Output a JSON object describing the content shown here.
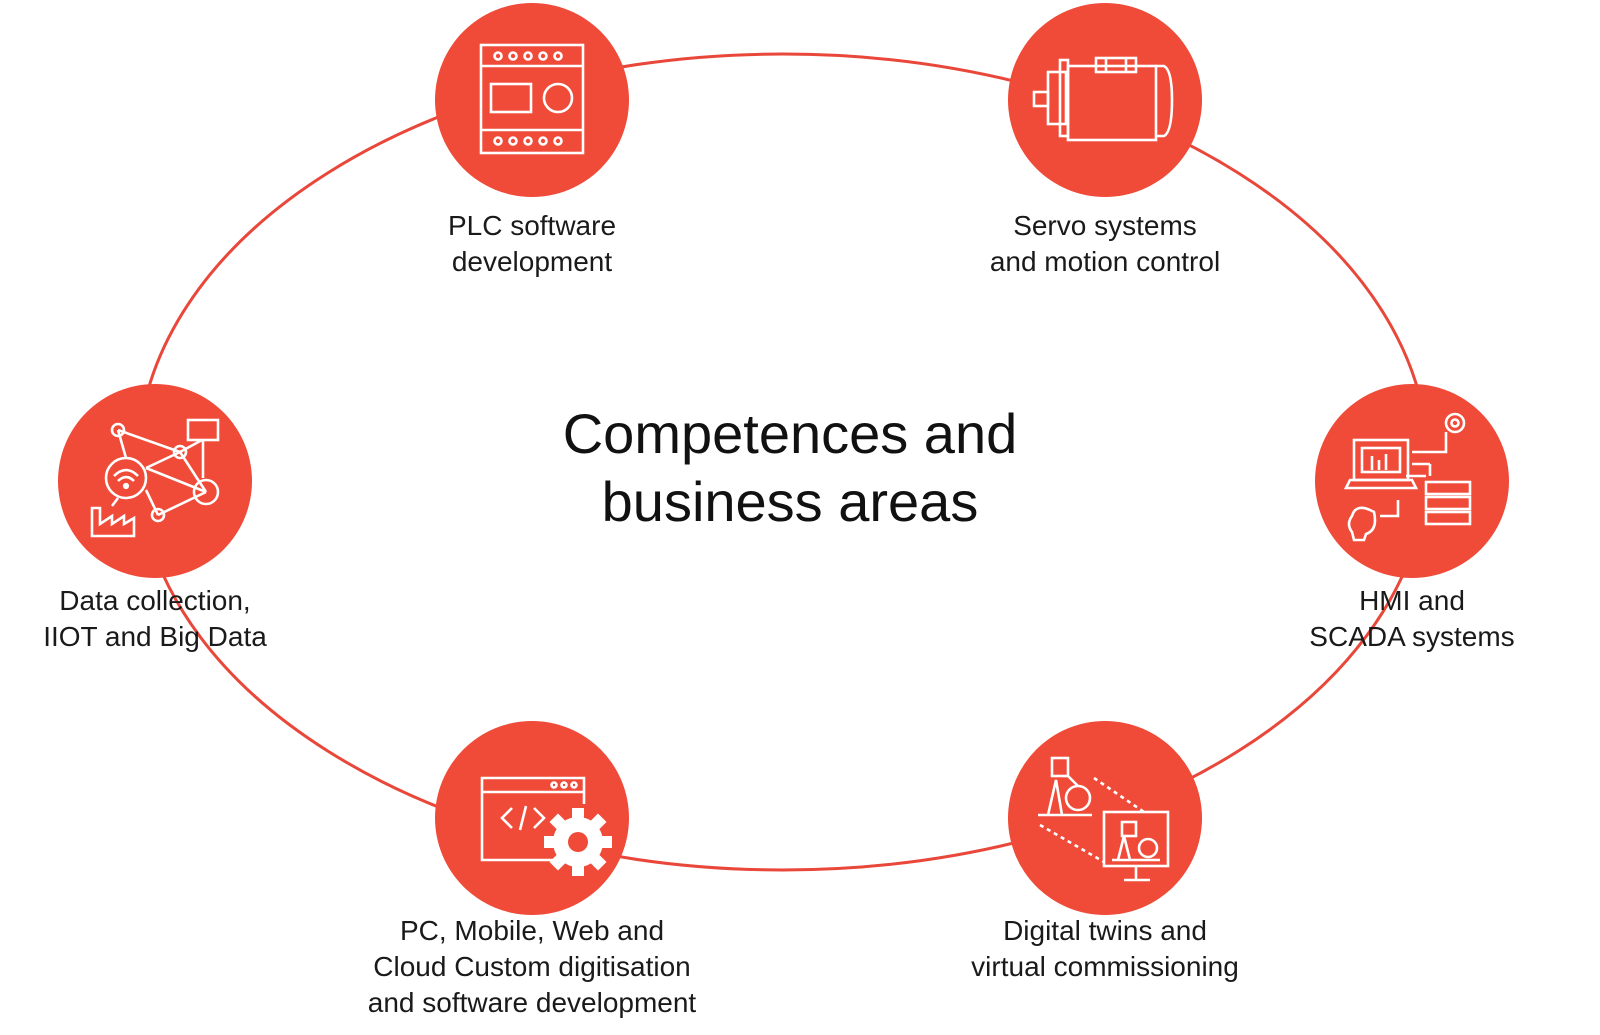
{
  "title": {
    "line1": "Competences and",
    "line2": "business areas"
  },
  "colors": {
    "accent": "#f04a38",
    "ring": "#e8473a",
    "icon_stroke": "#ffffff",
    "text": "#1a1a1a"
  },
  "nodes": [
    {
      "id": "plc",
      "icon": "plc-module-icon",
      "lines": [
        "PLC software",
        "development"
      ]
    },
    {
      "id": "servo",
      "icon": "servo-motor-icon",
      "lines": [
        "Servo systems",
        "and motion control"
      ]
    },
    {
      "id": "hmi",
      "icon": "hmi-scada-icon",
      "lines": [
        "HMI and",
        "SCADA systems"
      ]
    },
    {
      "id": "twins",
      "icon": "digital-twin-icon",
      "lines": [
        "Digital twins and",
        "virtual commissioning"
      ]
    },
    {
      "id": "software",
      "icon": "code-gear-icon",
      "lines": [
        "PC, Mobile, Web and",
        "Cloud Custom digitisation",
        "and software development"
      ]
    },
    {
      "id": "data",
      "icon": "iiot-network-icon",
      "lines": [
        "Data collection,",
        "IIOT and Big Data"
      ]
    }
  ]
}
